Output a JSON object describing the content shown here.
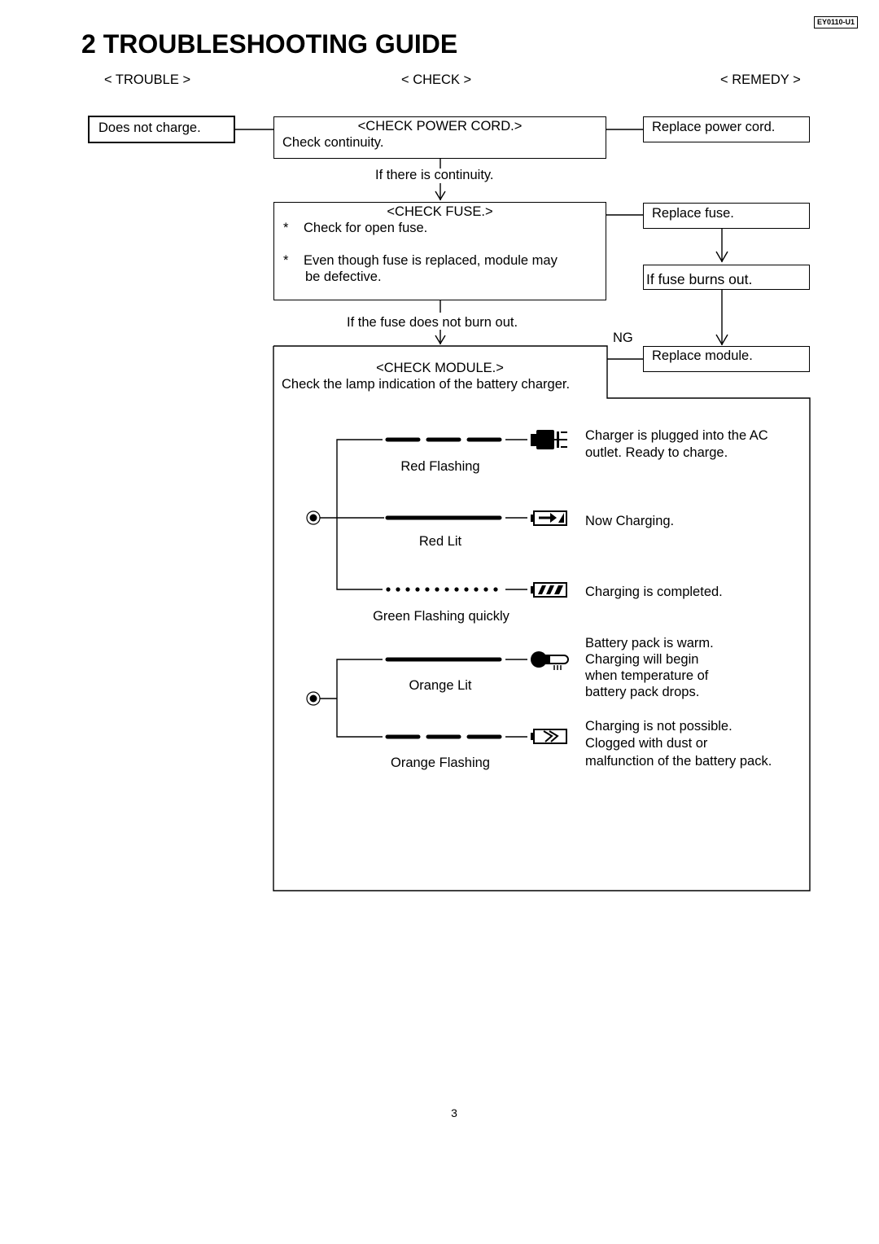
{
  "doc_code": "EY0110-U1",
  "section_title": "2   TROUBLESHOOTING GUIDE",
  "columns": {
    "trouble": "< TROUBLE >",
    "check": "< CHECK >",
    "remedy": "< REMEDY >"
  },
  "trouble": "Does not charge.",
  "check_power_cord": {
    "heading": "<CHECK POWER CORD.>",
    "text": "Check continuity."
  },
  "remedy_power_cord": "Replace power cord.",
  "condition_continuity": "If there is continuity.",
  "check_fuse": {
    "heading": "<CHECK FUSE.>",
    "bullet": "*",
    "item1": "Check for open fuse.",
    "item2_line1": "Even though fuse is replaced, module may",
    "item2_line2": "be defective."
  },
  "remedy_fuse": "Replace fuse.",
  "fuse_burns_out": "If fuse burns out.",
  "condition_fuse_ok": "If the fuse does not burn out.",
  "ng_label": "NG",
  "check_module": {
    "heading": "<CHECK MODULE.>",
    "text": "Check the lamp indication of the battery charger."
  },
  "remedy_module": "Replace module.",
  "lamp_indications": [
    {
      "label": "Red Flashing",
      "icon": "plug-icon",
      "desc_line1": "Charger is plugged into the AC",
      "desc_line2": "outlet.   Ready to charge."
    },
    {
      "label": "Red Lit",
      "icon": "charging-arrow-icon",
      "desc_line1": "Now Charging."
    },
    {
      "label": "Green Flashing quickly",
      "icon": "battery-full-icon",
      "desc_line1": "Charging is completed."
    },
    {
      "label": "Orange Lit",
      "icon": "thermometer-icon",
      "desc_line1": "Battery pack is warm.",
      "desc_line2": "Charging will begin",
      "desc_line3": "when temperature of",
      "desc_line4": "battery pack drops."
    },
    {
      "label": "Orange Flashing",
      "icon": "battery-fault-icon",
      "desc_line1": "Charging is not possible.",
      "desc_line2": "Clogged with dust or",
      "desc_line3": "malfunction of the battery pack."
    }
  ],
  "page_number": "3"
}
